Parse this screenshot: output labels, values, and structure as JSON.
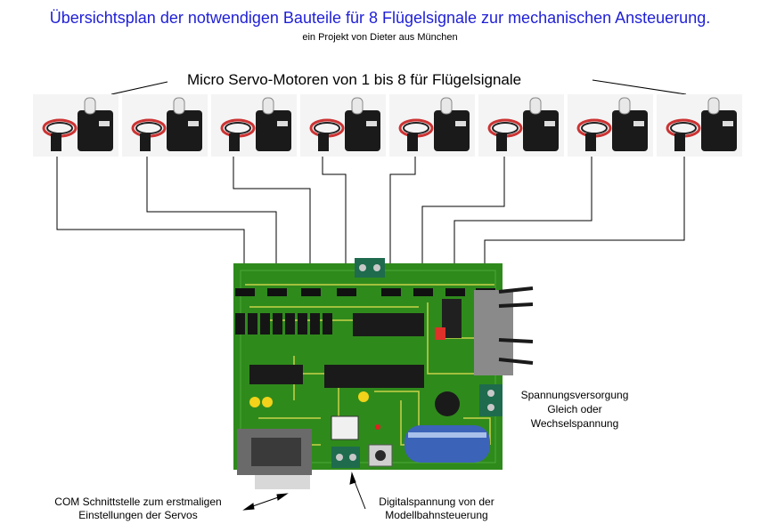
{
  "texts": {
    "title": "Übersichtsplan der notwendigen Bauteile für 8 Flügelsignale zur mechanischen Ansteuerung.",
    "subtitle": "ein Projekt von Dieter aus München",
    "servo_caption": "Micro Servo-Motoren von 1 bis 8 für Flügelsignale",
    "power": {
      "line1": "Spannungsversorgung",
      "line2": "Gleich oder",
      "line3": "Wechselspannung"
    },
    "com": {
      "line1": "COM Schnittstelle zum erstmaligen",
      "line2": "Einstellungen der Servos"
    },
    "digital": {
      "line1": "Digitalspannung von der",
      "line2": "Modellbahnsteuerung"
    }
  },
  "servo_count": 8,
  "colors": {
    "title": "#1f1fd6",
    "pcb": "#2f8a1c",
    "pcb_light": "#4ea83a",
    "trace": "#c9d24a",
    "servo_body": "#1a1a1a",
    "terminal": "#1e6b4e",
    "capacitor": "#3b63b8"
  }
}
